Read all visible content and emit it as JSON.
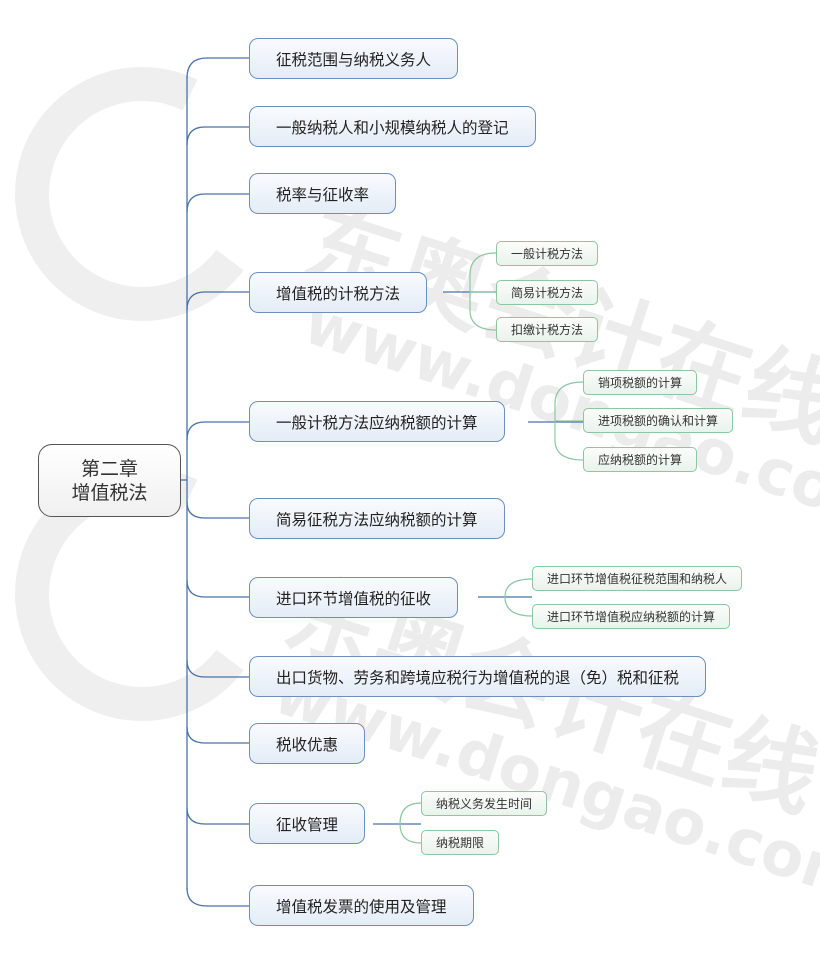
{
  "root": {
    "line1": "第二章",
    "line2": "增值税法"
  },
  "topics": [
    {
      "label": "征税范围与纳税义务人"
    },
    {
      "label": "一般纳税人和小规模纳税人的登记"
    },
    {
      "label": "税率与征收率"
    },
    {
      "label": "增值税的计税方法",
      "children": [
        "一般计税方法",
        "简易计税方法",
        "扣缴计税方法"
      ]
    },
    {
      "label": "一般计税方法应纳税额的计算",
      "children": [
        "销项税额的计算",
        "进项税额的确认和计算",
        "应纳税额的计算"
      ]
    },
    {
      "label": "简易征税方法应纳税额的计算"
    },
    {
      "label": "进口环节增值税的征收",
      "children": [
        "进口环节增值税征税范围和纳税人",
        "进口环节增值税应纳税额的计算"
      ]
    },
    {
      "label": "出口货物、劳务和跨境应税行为增值税的退（免）税和征税"
    },
    {
      "label": "税收优惠"
    },
    {
      "label": "征收管理",
      "children": [
        "纳税义务发生时间",
        "纳税期限"
      ]
    },
    {
      "label": "增值税发票的使用及管理"
    }
  ],
  "watermark": {
    "brand": "东奥会计在线",
    "url": "www.dongao.com"
  },
  "colors": {
    "main_line": "#4a72a8",
    "sub_line": "#8cc79f",
    "watermark": "#ebebeb"
  }
}
